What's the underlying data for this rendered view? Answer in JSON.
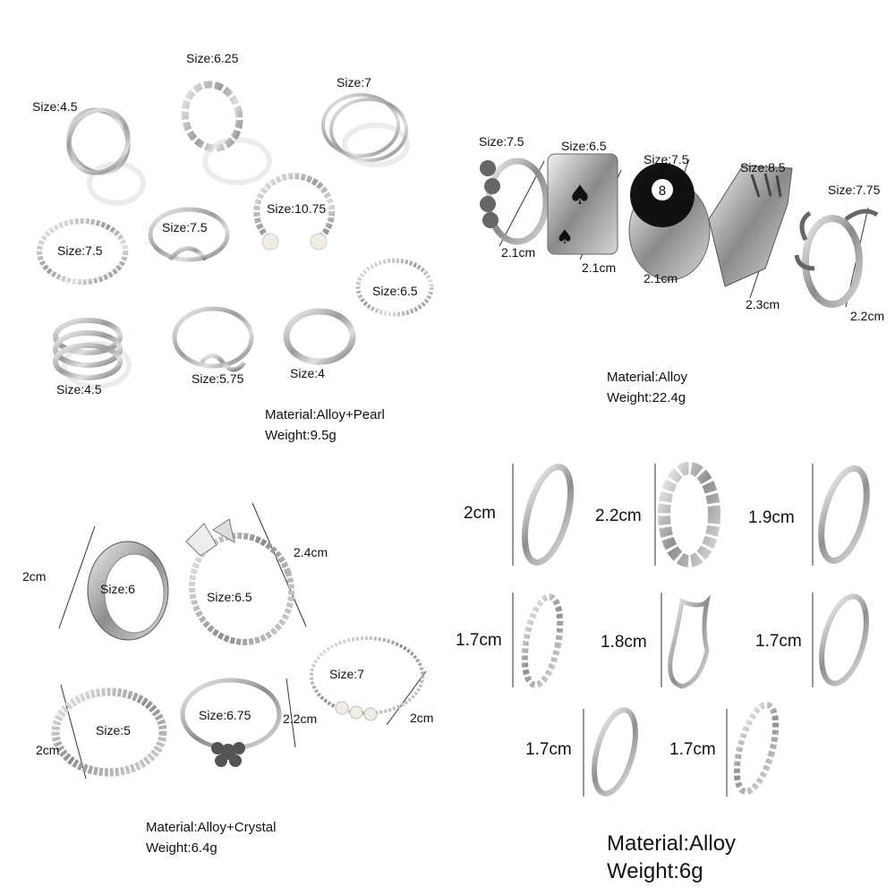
{
  "panels": [
    {
      "id": "p1",
      "material": "Material:Alloy+Pearl",
      "weight": "Weight:9.5g",
      "labels": [
        "Size:4.5",
        "Size:6.25",
        "Size:7",
        "Size:7.5",
        "Size:7.5",
        "Size:10.75",
        "Size:6.5",
        "Size:4.5",
        "Size:5.75",
        "Size:4"
      ]
    },
    {
      "id": "p2",
      "material": "Material:Alloy",
      "weight": "Weight:22.4g",
      "labels": [
        "Size:7.5",
        "Size:6.5",
        "Size:7.5",
        "Size:8.5",
        "Size:7.75",
        "2.1cm",
        "2.1cm",
        "2.1cm",
        "2.3cm",
        "2.2cm"
      ]
    },
    {
      "id": "p3",
      "material": "Material:Alloy+Crystal",
      "weight": "Weight:6.4g",
      "labels": [
        "2cm",
        "Size:6",
        "2.4cm",
        "Size:6.5",
        "Size:7",
        "2cm",
        "Size:5",
        "2cm",
        "Size:6.75",
        "2.2cm"
      ]
    },
    {
      "id": "p4",
      "material": "Material:Alloy",
      "weight": "Weight:6g",
      "labels": [
        "2cm",
        "2.2cm",
        "1.9cm",
        "1.7cm",
        "1.8cm",
        "1.7cm",
        "1.7cm",
        "1.7cm"
      ]
    }
  ],
  "colors": {
    "background": "#ffffff",
    "text": "#111111",
    "ring_metal": "#9a9a9a",
    "ring_dark": "#555555",
    "enamel": "#111111",
    "pearl": "#f1ece4",
    "shadow": "#e6e6e6"
  }
}
